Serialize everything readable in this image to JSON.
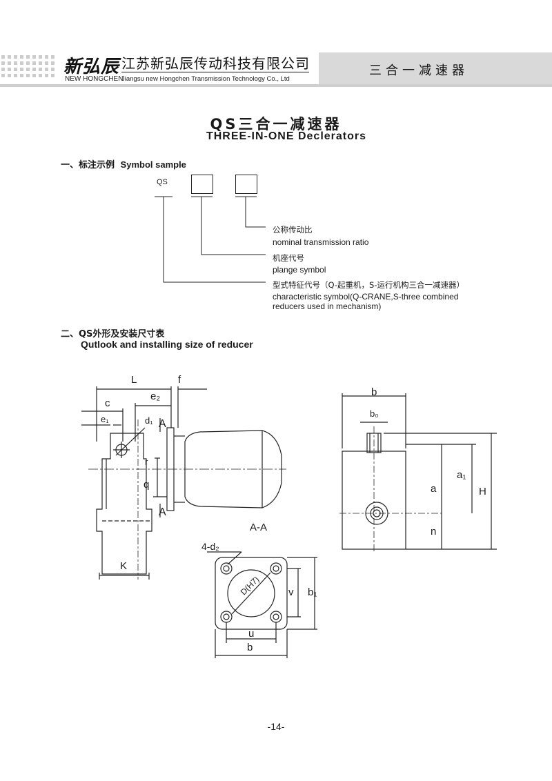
{
  "header": {
    "logo_cn": "新弘辰",
    "logo_en": "NEW HONGCHEN",
    "company_cn": "江苏新弘辰传动科技有限公司",
    "company_en": "Jiangsu new Hongchen Transmission Technology Co., Ltd",
    "category": "三合一减速器"
  },
  "title": {
    "cn": "QS三合一减速器",
    "en": "THREE-IN-ONE Declerators"
  },
  "section1": {
    "heading_cn": "一、标注示例",
    "heading_en": "Symbol sample",
    "code": "QS",
    "items": [
      {
        "cn": "公称传动比",
        "en": "nominal transmission ratio"
      },
      {
        "cn": "机座代号",
        "en": "plange symbol"
      },
      {
        "cn": "型式特征代号（Q-起重机，S-运行机构三合一减速器）",
        "en": "characteristic symbol(Q-CRANE,S-three combined",
        "en2": "reducers used in mechanism)"
      }
    ]
  },
  "section2": {
    "heading_cn": "二、QS外形及安装尺寸表",
    "heading_en": "Qutlook and installing size of reducer"
  },
  "drawing_labels": {
    "L": "L",
    "f": "f",
    "c": "c",
    "e2": "e₂",
    "e1": "e₁",
    "d1": "d₁",
    "A_top": "A",
    "A_bot": "A",
    "r": "r",
    "q": "q",
    "K": "K",
    "AA": "A-A",
    "d2": "4-d₂",
    "D": "D(H7)",
    "v": "v",
    "b1": "b₁",
    "u": "u",
    "b_flange": "b",
    "b_side": "b",
    "b0": "b₀",
    "a1": "a₁",
    "a": "a",
    "H": "H",
    "n": "n"
  },
  "page_number": "-14-"
}
